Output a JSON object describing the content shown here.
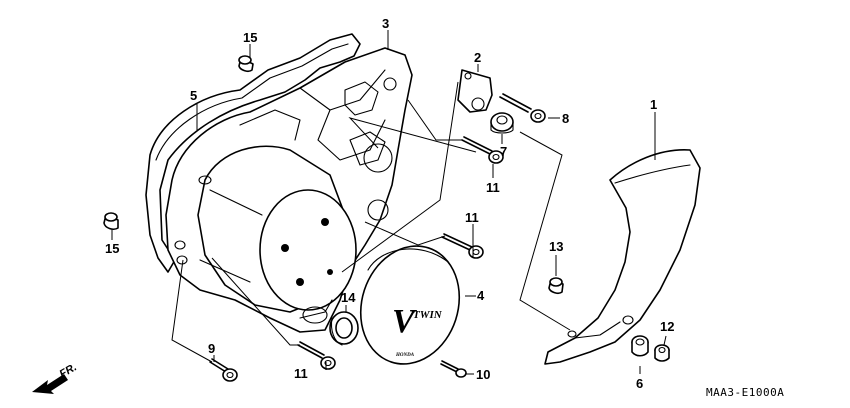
{
  "diagram": {
    "part_numbers": [
      "1",
      "2",
      "3",
      "4",
      "5",
      "6",
      "7",
      "8",
      "9",
      "10",
      "11",
      "11",
      "11",
      "12",
      "13",
      "14",
      "15",
      "15"
    ],
    "labels": {
      "p1": "1",
      "p2": "2",
      "p3": "3",
      "p4": "4",
      "p5": "5",
      "p6": "6",
      "p7": "7",
      "p8": "8",
      "p9": "9",
      "p10": "10",
      "p11a": "11",
      "p11b": "11",
      "p11c": "11",
      "p12": "12",
      "p13": "13",
      "p14": "14",
      "p15a": "15",
      "p15b": "15"
    },
    "cover_logo": "V",
    "cover_logo_sub": "TWIN",
    "cover_brand": "HONDA",
    "direction_label": "FR.",
    "diagram_code": "MAA3-E1000A"
  }
}
